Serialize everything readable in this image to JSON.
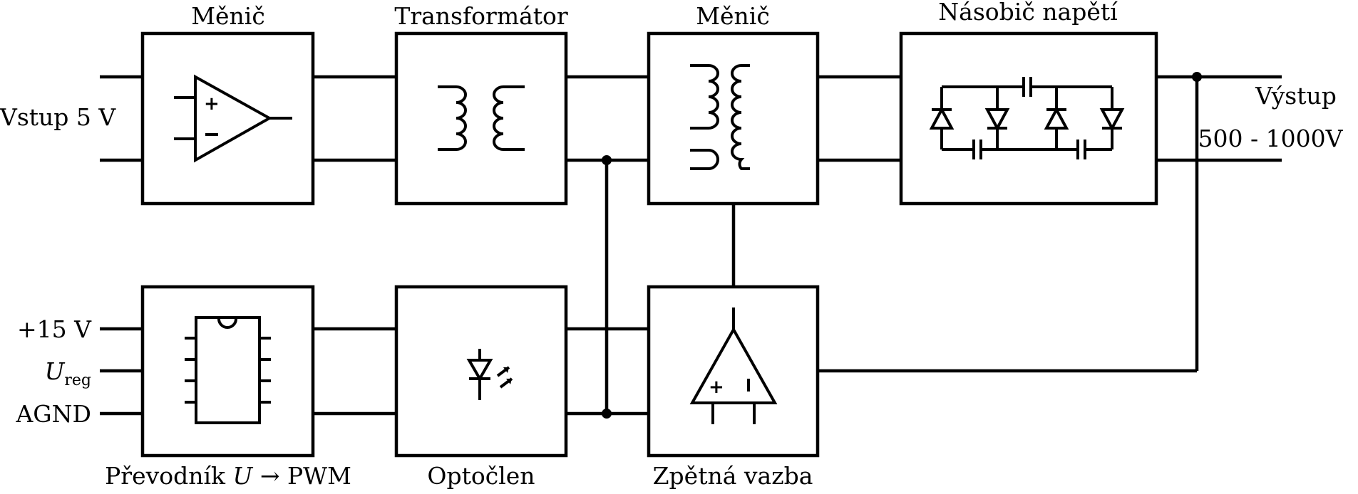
{
  "blocks": {
    "converter_top": {
      "title": "Měnič"
    },
    "transformer": {
      "title": "Transformátor"
    },
    "converter_mid": {
      "title": "Měnič"
    },
    "multiplier": {
      "title": "Násobič napětí"
    },
    "pwm_converter": {
      "title_prefix": "Převodník ",
      "title_var": "U",
      "title_suffix": " → PWM"
    },
    "optocoupler": {
      "title": "Optočlen"
    },
    "feedback": {
      "title": "Zpětná vazba"
    }
  },
  "labels": {
    "input": "Vstup 5 V",
    "output": "Výstup",
    "output_range": "500 - 1000V",
    "supply": "+15 V",
    "ureg_var": "U",
    "ureg_sub": "reg",
    "agnd": "AGND"
  },
  "symbols": {
    "plus": "+",
    "minus": "−",
    "fb_plus": "+",
    "fb_minus": "ı"
  },
  "icons": {
    "converter_top": "op-amp-icon",
    "transformer": "transformer-icon",
    "converter_mid": "transformer-icon",
    "multiplier": "voltage-multiplier-icon",
    "pwm_converter": "ic-chip-icon",
    "optocoupler": "led-icon",
    "feedback": "op-amp-icon"
  }
}
